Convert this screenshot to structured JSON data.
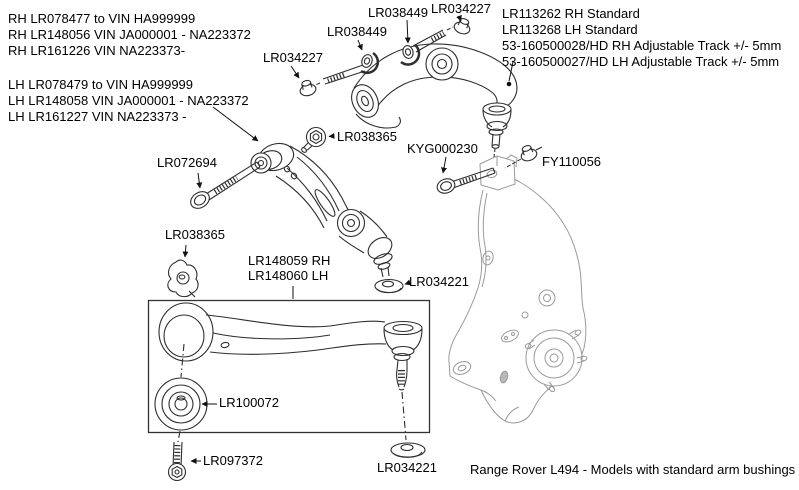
{
  "diagram": {
    "caption": "Range Rover L494 - Models with standard arm bushings",
    "background": "#ffffff",
    "arm_line_color": "#2e2e2e",
    "knuckle_line_color": "#8c8c8c",
    "leader_line_color": "#111111"
  },
  "text_blocks": {
    "front_arm_rh": {
      "lines": [
        "RH LR078477 to VIN HA999999",
        "RH LR148056 VIN JA000001 - NA223372",
        "RH LR161226 VIN NA223373-"
      ]
    },
    "front_arm_lh": {
      "lines": [
        "LH LR078479 to VIN HA999999",
        "LH LR148058 VIN JA000001 - NA223372",
        "LH LR161227 VIN NA223373 -"
      ]
    },
    "upper_arm_variants": {
      "lines": [
        "LR113262 RH Standard",
        "LR113268 LH Standard",
        "53-160500028/HD RH Adjustable Track +/- 5mm",
        "53-160500027/HD LH Adjustable Track +/- 5mm"
      ]
    }
  },
  "part_labels": {
    "cam_bolt_upper": "LR038449",
    "cam_nut_upper": "LR034227",
    "cam_bolt_lower": "LR038449",
    "cam_nut_lower": "LR034227",
    "pivot_bolt": "LR072694",
    "upper_arm_bolt": "LR038365",
    "lower_clip": "LR038365",
    "knuckle_pinch_bolt": "KYG000230",
    "knuckle_pinch_nut": "FY110056",
    "lower_arm_rh": "LR148059 RH",
    "lower_arm_lh": "LR148060 LH",
    "balljoint_washer_mid": "LR034221",
    "balljoint_washer_bottom": "LR034221",
    "arm_bushing": "LR100072",
    "bushing_bolt": "LR097372"
  }
}
